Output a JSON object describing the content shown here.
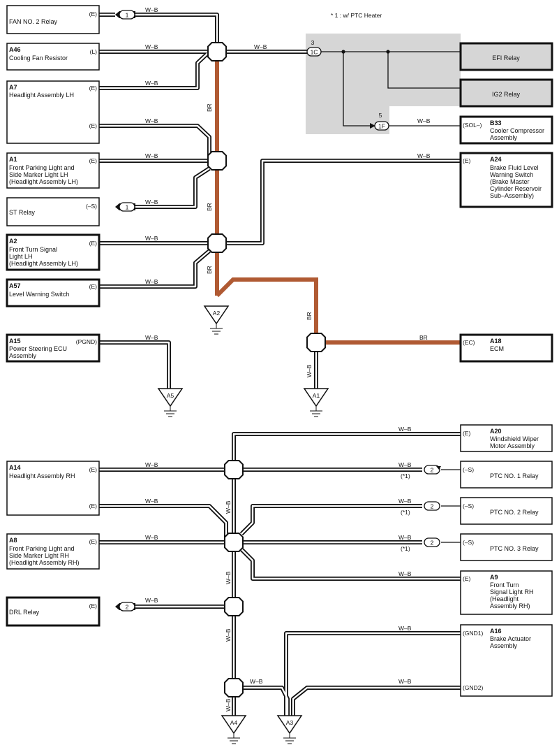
{
  "footnote": "* 1 : w/ PTC Heater",
  "wire_colors": {
    "wb": "W–B",
    "br": "BR"
  },
  "colors": {
    "br_wire": "#b05a33",
    "relay_shade": "#d6d6d6"
  },
  "components": {
    "fan2": {
      "code": "",
      "name": [
        "FAN NO. 2 Relay"
      ],
      "pin": "(E)"
    },
    "a46": {
      "code": "A46",
      "name": [
        "Cooling Fan Resistor"
      ],
      "pin": "(L)"
    },
    "a7": {
      "code": "A7",
      "name": [
        "Headlight Assembly LH"
      ],
      "pin": "(E)",
      "pin2": "(E)"
    },
    "a1": {
      "code": "A1",
      "name": [
        "Front Parking Light and",
        "Side Marker Light LH",
        "(Headlight Assembly LH)"
      ],
      "pin": "(E)"
    },
    "st": {
      "code": "",
      "name": [
        "ST Relay"
      ],
      "pin": "(–S)"
    },
    "a2": {
      "code": "A2",
      "name": [
        "Front Turn Signal",
        "Light LH",
        "(Headlight Assembly LH)"
      ],
      "pin": "(E)"
    },
    "a57": {
      "code": "A57",
      "name": [
        "Level Warning Switch"
      ],
      "pin": "(E)"
    },
    "a15": {
      "code": "A15",
      "name": [
        "Power Steering ECU",
        "Assembly"
      ],
      "pin": "(PGND)"
    },
    "efi": {
      "code": "",
      "name": [
        "EFI Relay"
      ]
    },
    "ig2": {
      "code": "",
      "name": [
        "IG2 Relay"
      ]
    },
    "b33": {
      "code": "B33",
      "name": [
        "Cooler Compressor",
        "Assembly"
      ],
      "pin": "(SOL–)"
    },
    "a24": {
      "code": "A24",
      "name": [
        "Brake Fluid Level",
        "Warning Switch",
        "(Brake Master",
        " Cylinder Reservoir",
        " Sub–Assembly)"
      ],
      "pin": "(E)"
    },
    "a18": {
      "code": "A18",
      "name": [
        "ECM"
      ],
      "pin": "(EC)"
    },
    "a20": {
      "code": "A20",
      "name": [
        "Windshield Wiper",
        "Motor Assembly"
      ],
      "pin": "(E)"
    },
    "a14": {
      "code": "A14",
      "name": [
        "Headlight Assembly RH"
      ],
      "pin": "(E)",
      "pin2": "(E)"
    },
    "ptc1": {
      "code": "",
      "name": [
        "PTC NO. 1 Relay"
      ],
      "pin": "(–S)"
    },
    "ptc2": {
      "code": "",
      "name": [
        "PTC NO. 2 Relay"
      ],
      "pin": "(–S)"
    },
    "ptc3": {
      "code": "",
      "name": [
        "PTC NO. 3 Relay"
      ],
      "pin": "(–S)"
    },
    "a8": {
      "code": "A8",
      "name": [
        "Front Parking Light and",
        "Side Marker Light RH",
        "(Headlight Assembly RH)"
      ],
      "pin": "(E)"
    },
    "a9": {
      "code": "A9",
      "name": [
        "Front Turn",
        "Signal Light RH",
        "(Headlight",
        " Assembly RH)"
      ],
      "pin": "(E)"
    },
    "drl": {
      "code": "",
      "name": [
        "DRL Relay"
      ],
      "pin": "(E)"
    },
    "a16": {
      "code": "A16",
      "name": [
        "Brake Actuator",
        "Assembly"
      ],
      "pin": "(GND1)",
      "pin2": "(GND2)"
    }
  },
  "connectors": {
    "c1": "1",
    "c2": "2",
    "c1c": "1C",
    "c1c_pin": "3",
    "c1f": "1F",
    "c1f_pin": "5"
  },
  "note_marks": {
    "ptc": "(*1)"
  },
  "grounds": {
    "a2": "A2",
    "a5": "A5",
    "a1": "A1",
    "a4": "A4",
    "a3": "A3"
  }
}
